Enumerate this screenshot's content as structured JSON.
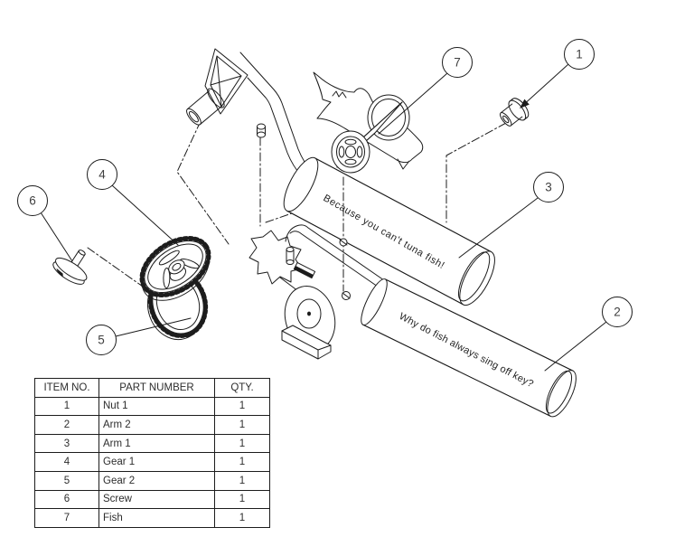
{
  "drawing": {
    "balloons": [
      {
        "label": "1"
      },
      {
        "label": "2"
      },
      {
        "label": "3"
      },
      {
        "label": "4"
      },
      {
        "label": "5"
      },
      {
        "label": "6"
      },
      {
        "label": "7"
      }
    ],
    "tube_texts": {
      "upper": "Because you can't tuna fish!",
      "lower": "Why do fish always sing off key?"
    },
    "colors": {
      "line": "#1c1c1c",
      "background": "#ffffff",
      "text": "#3a3a3a"
    }
  },
  "bom_table": {
    "headers": [
      "ITEM NO.",
      "PART NUMBER",
      "QTY."
    ],
    "rows": [
      {
        "item": "1",
        "part": "Nut 1",
        "qty": "1"
      },
      {
        "item": "2",
        "part": "Arm 2",
        "qty": "1"
      },
      {
        "item": "3",
        "part": "Arm 1",
        "qty": "1"
      },
      {
        "item": "4",
        "part": "Gear 1",
        "qty": "1"
      },
      {
        "item": "5",
        "part": "Gear 2",
        "qty": "1"
      },
      {
        "item": "6",
        "part": "Screw",
        "qty": "1"
      },
      {
        "item": "7",
        "part": "Fish",
        "qty": "1"
      }
    ]
  }
}
